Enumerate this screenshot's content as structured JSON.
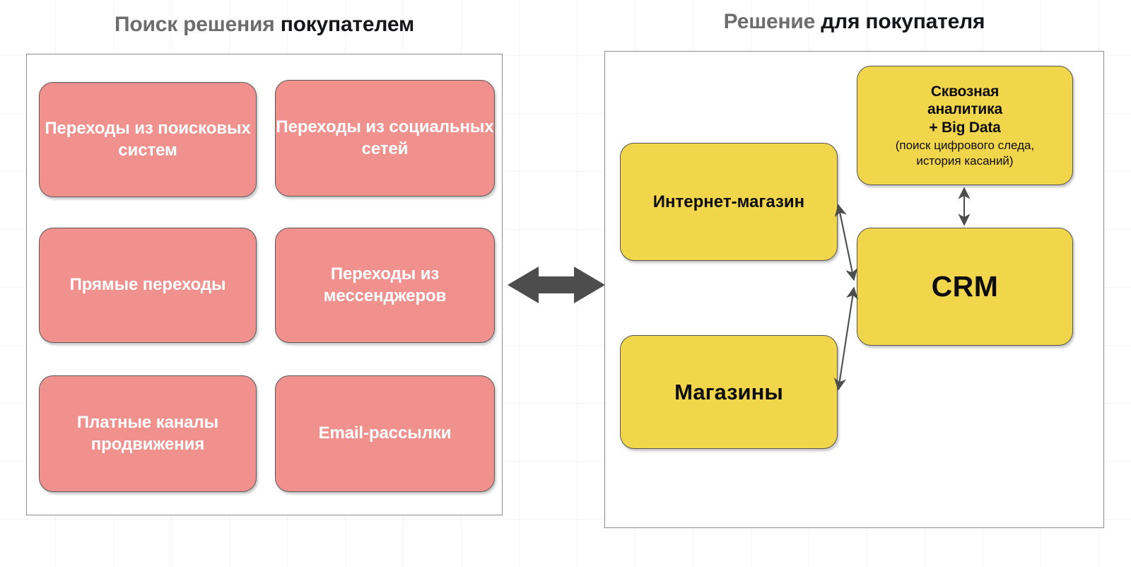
{
  "panels": {
    "left": {
      "title_soft": "Поиск решения",
      "title_hard": "покупателем",
      "nodes": [
        {
          "label": "Переходы из поисковых систем",
          "color": "#f0918e"
        },
        {
          "label": "Переходы из социальных сетей",
          "color": "#f0918e"
        },
        {
          "label": "Прямые переходы",
          "color": "#f0918e"
        },
        {
          "label": "Переходы из мессенджеров",
          "color": "#f0918e"
        },
        {
          "label": "Платные каналы продвижения",
          "color": "#f0918e"
        },
        {
          "label": "Email-рассылки",
          "color": "#f0918e"
        }
      ]
    },
    "right": {
      "title_soft": "Решение",
      "title_hard": "для покупателя",
      "nodes": {
        "online_shop": {
          "label": "Интернет-магазин",
          "color": "#f1d64b"
        },
        "stores": {
          "label": "Магазины",
          "color": "#f1d64b"
        },
        "crm": {
          "label": "CRM",
          "color": "#f1d64b"
        },
        "analytics": {
          "heading_line1": "Сквозная",
          "heading_line2": "аналитика",
          "heading_line3": "+ Big Data",
          "sub_line1": "(поиск цифрового следа,",
          "sub_line2": "история касаний)",
          "color": "#f1d64b"
        }
      }
    }
  },
  "connectors": [
    {
      "name": "panel-link",
      "from": "left-panel",
      "to": "right-panel",
      "style": "double-headed",
      "color": "#4d4d4d"
    },
    {
      "name": "shop-crm",
      "from": "online_shop",
      "to": "crm",
      "style": "double-headed",
      "color": "#4d4d4d"
    },
    {
      "name": "stores-crm",
      "from": "stores",
      "to": "crm",
      "style": "double-headed",
      "color": "#4d4d4d"
    },
    {
      "name": "analytics-crm",
      "from": "analytics",
      "to": "crm",
      "style": "double-headed",
      "color": "#4d4d4d"
    }
  ],
  "theme": {
    "background": "#ffffff",
    "grid_line": "#f0f0f0",
    "pink": "#f0918e",
    "yellow": "#f1d64b",
    "stroke": "#4d4d4d",
    "title_soft": "#6d6d6d",
    "title_hard": "#15161a"
  }
}
